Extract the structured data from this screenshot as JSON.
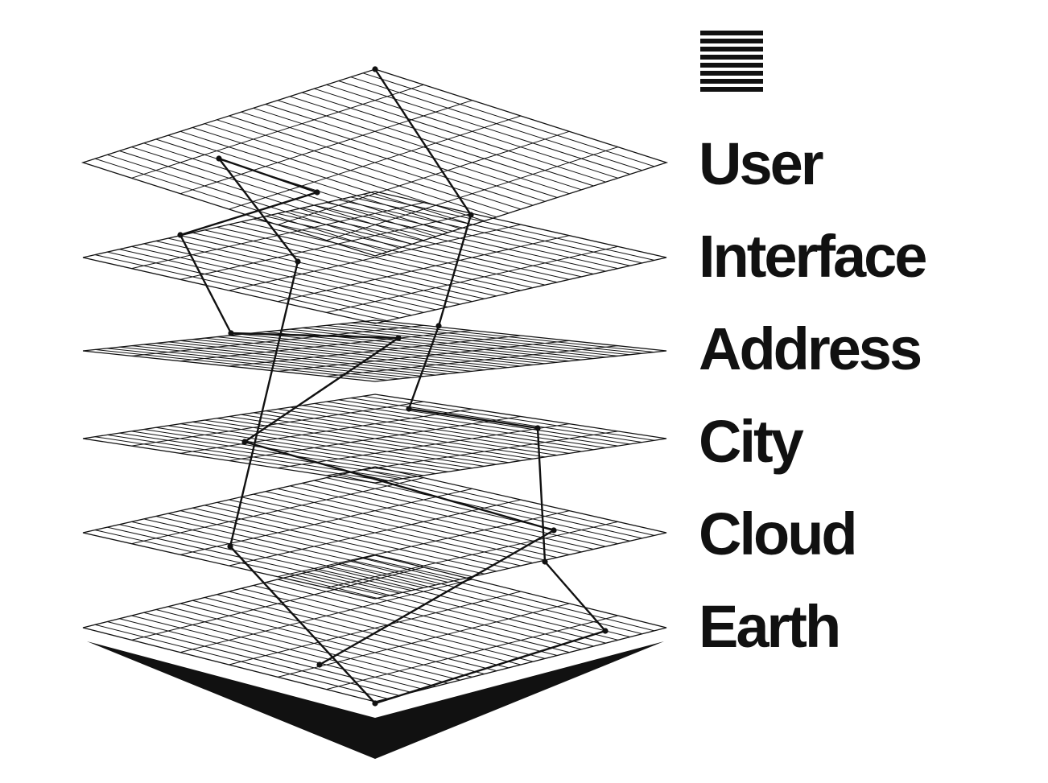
{
  "icon": {
    "name": "stacked-bars-icon",
    "bars": 8
  },
  "layers": [
    {
      "label": "User"
    },
    {
      "label": "Interface"
    },
    {
      "label": "Address"
    },
    {
      "label": "City"
    },
    {
      "label": "Cloud"
    },
    {
      "label": "Earth"
    }
  ],
  "colors": {
    "ink": "#111111",
    "background": "#ffffff"
  }
}
